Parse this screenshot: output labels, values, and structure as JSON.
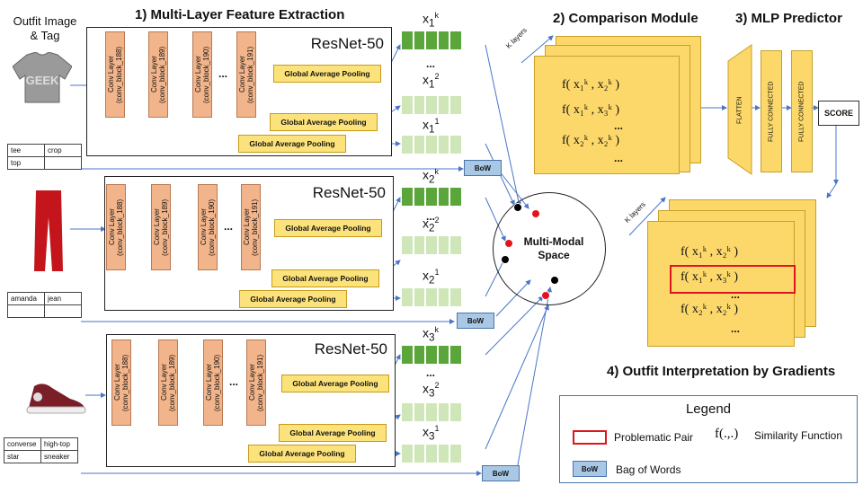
{
  "outfit_label": "Outfit Image\n& Tag",
  "section1_title": "1) Multi-Layer Feature Extraction",
  "section2_title": "2) Comparison Module",
  "section3_title": "3) MLP Predictor",
  "section4_title": "4) Outfit Interpretation by Gradients",
  "resnet_label": "ResNet-50",
  "gap_label": "Global Average Pooling",
  "dots": "...",
  "branches": [
    {
      "convs": [
        "Conv Layer\n(conv_block_188)",
        "Conv Layer\n(conv_block_189)",
        "Conv Layer\n(conv_block_190)",
        "Conv Layer\n(conv_block_191)"
      ],
      "tags": [
        [
          "tee",
          "crop"
        ],
        [
          "top",
          ""
        ]
      ],
      "x_labels": [
        {
          "base": "x",
          "sub": "1",
          "sup": "k"
        },
        {
          "base": "x",
          "sub": "1",
          "sup": "2"
        },
        {
          "base": "x",
          "sub": "1",
          "sup": "1"
        }
      ]
    },
    {
      "convs": [
        "Conv Layer\n(conv_block_188)",
        "Conv Layer\n(conv_block_189)",
        "Conv Layer\n(conv_block_190)",
        "Conv Layer\n(conv_block_191)"
      ],
      "tags": [
        [
          "amanda",
          "jean"
        ],
        [
          "",
          ""
        ]
      ],
      "x_labels": [
        {
          "base": "x",
          "sub": "2",
          "sup": "k"
        },
        {
          "base": "x",
          "sub": "2",
          "sup": "2"
        },
        {
          "base": "x",
          "sub": "2",
          "sup": "1"
        }
      ]
    },
    {
      "convs": [
        "Conv Layer\n(conv_block_188)",
        "Conv Layer\n(conv_block_189)",
        "Conv Layer\n(conv_block_190)",
        "Conv Layer\n(conv_block_191)"
      ],
      "tags": [
        [
          "converse",
          "high-top"
        ],
        [
          "star",
          "sneaker"
        ]
      ],
      "x_labels": [
        {
          "base": "x",
          "sub": "3",
          "sup": "k"
        },
        {
          "base": "x",
          "sub": "3",
          "sup": "2"
        },
        {
          "base": "x",
          "sub": "3",
          "sup": "1"
        }
      ]
    }
  ],
  "bow_label": "BoW",
  "multimodal_label": "Multi-Modal\nSpace",
  "k_layers": "K layers",
  "comparison_fns": [
    "f(  x₁ᵏ  ,   x₂ᵏ  )",
    "f(  x₁ᵏ  ,   x₃ᵏ  )",
    "...",
    "f(  x₂ᵏ  ,   x₂ᵏ  )",
    "..."
  ],
  "flatten_label": "FLATTEN",
  "fc_label": "FULLY CONNECTED",
  "score_label": "SCORE",
  "legend": {
    "title": "Legend",
    "problematic": "Problematic Pair",
    "similarity_symbol": "f(.,.)",
    "similarity": "Similarity Function",
    "bow_symbol": "BoW",
    "bow": "Bag of Words"
  },
  "colors": {
    "conv": "#f2b48a",
    "gap": "#fce27a",
    "feat_dark": "#5aa63a",
    "feat_light": "#cfe7b8",
    "bow": "#a9c8e6",
    "card": "#fcd86a",
    "highlight": "#e0141c"
  }
}
